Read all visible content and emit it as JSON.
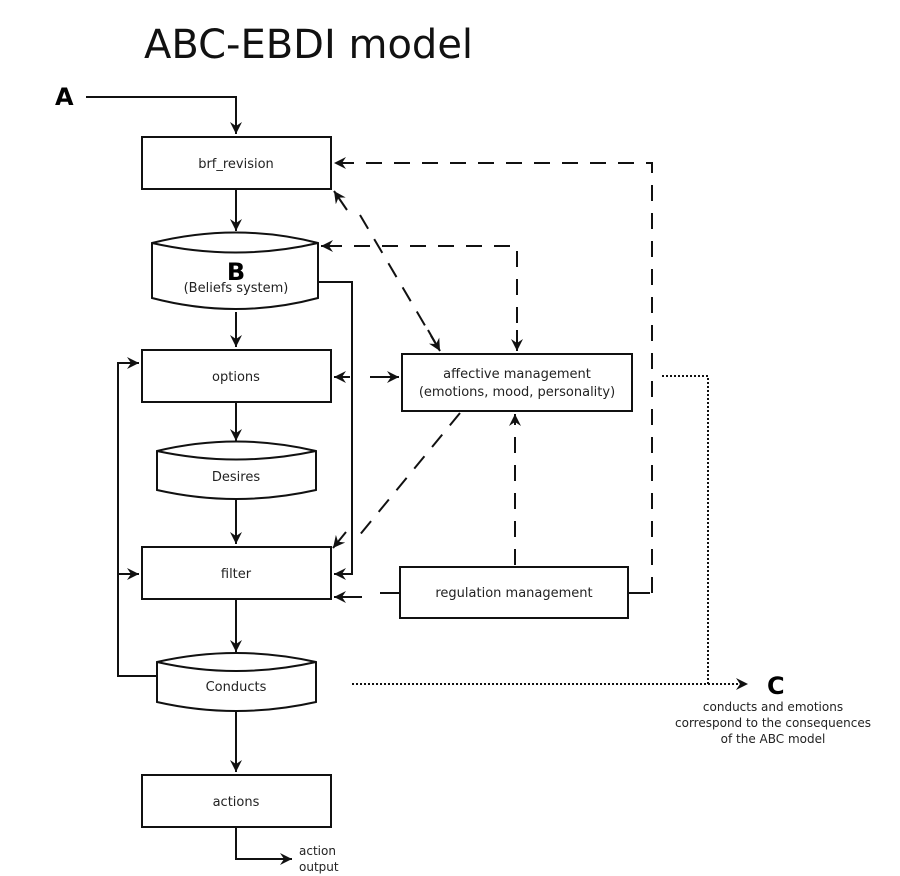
{
  "title": "ABC-EBDI model",
  "markers": {
    "a": "A",
    "b": "B",
    "c": "C"
  },
  "nodes": {
    "brf_revision": "brf_revision",
    "beliefs": "(Beliefs system)",
    "options": "options",
    "desires": "Desires",
    "filter": "filter",
    "conducts": "Conducts",
    "actions": "actions",
    "affective_line1": "affective management",
    "affective_line2": "(emotions, mood, personality)",
    "regulation": "regulation management"
  },
  "output": {
    "line1": "action",
    "line2": "output"
  },
  "consequence_note": {
    "line1": "conducts and emotions",
    "line2": "correspond to the consequences",
    "line3": "of the ABC model"
  }
}
